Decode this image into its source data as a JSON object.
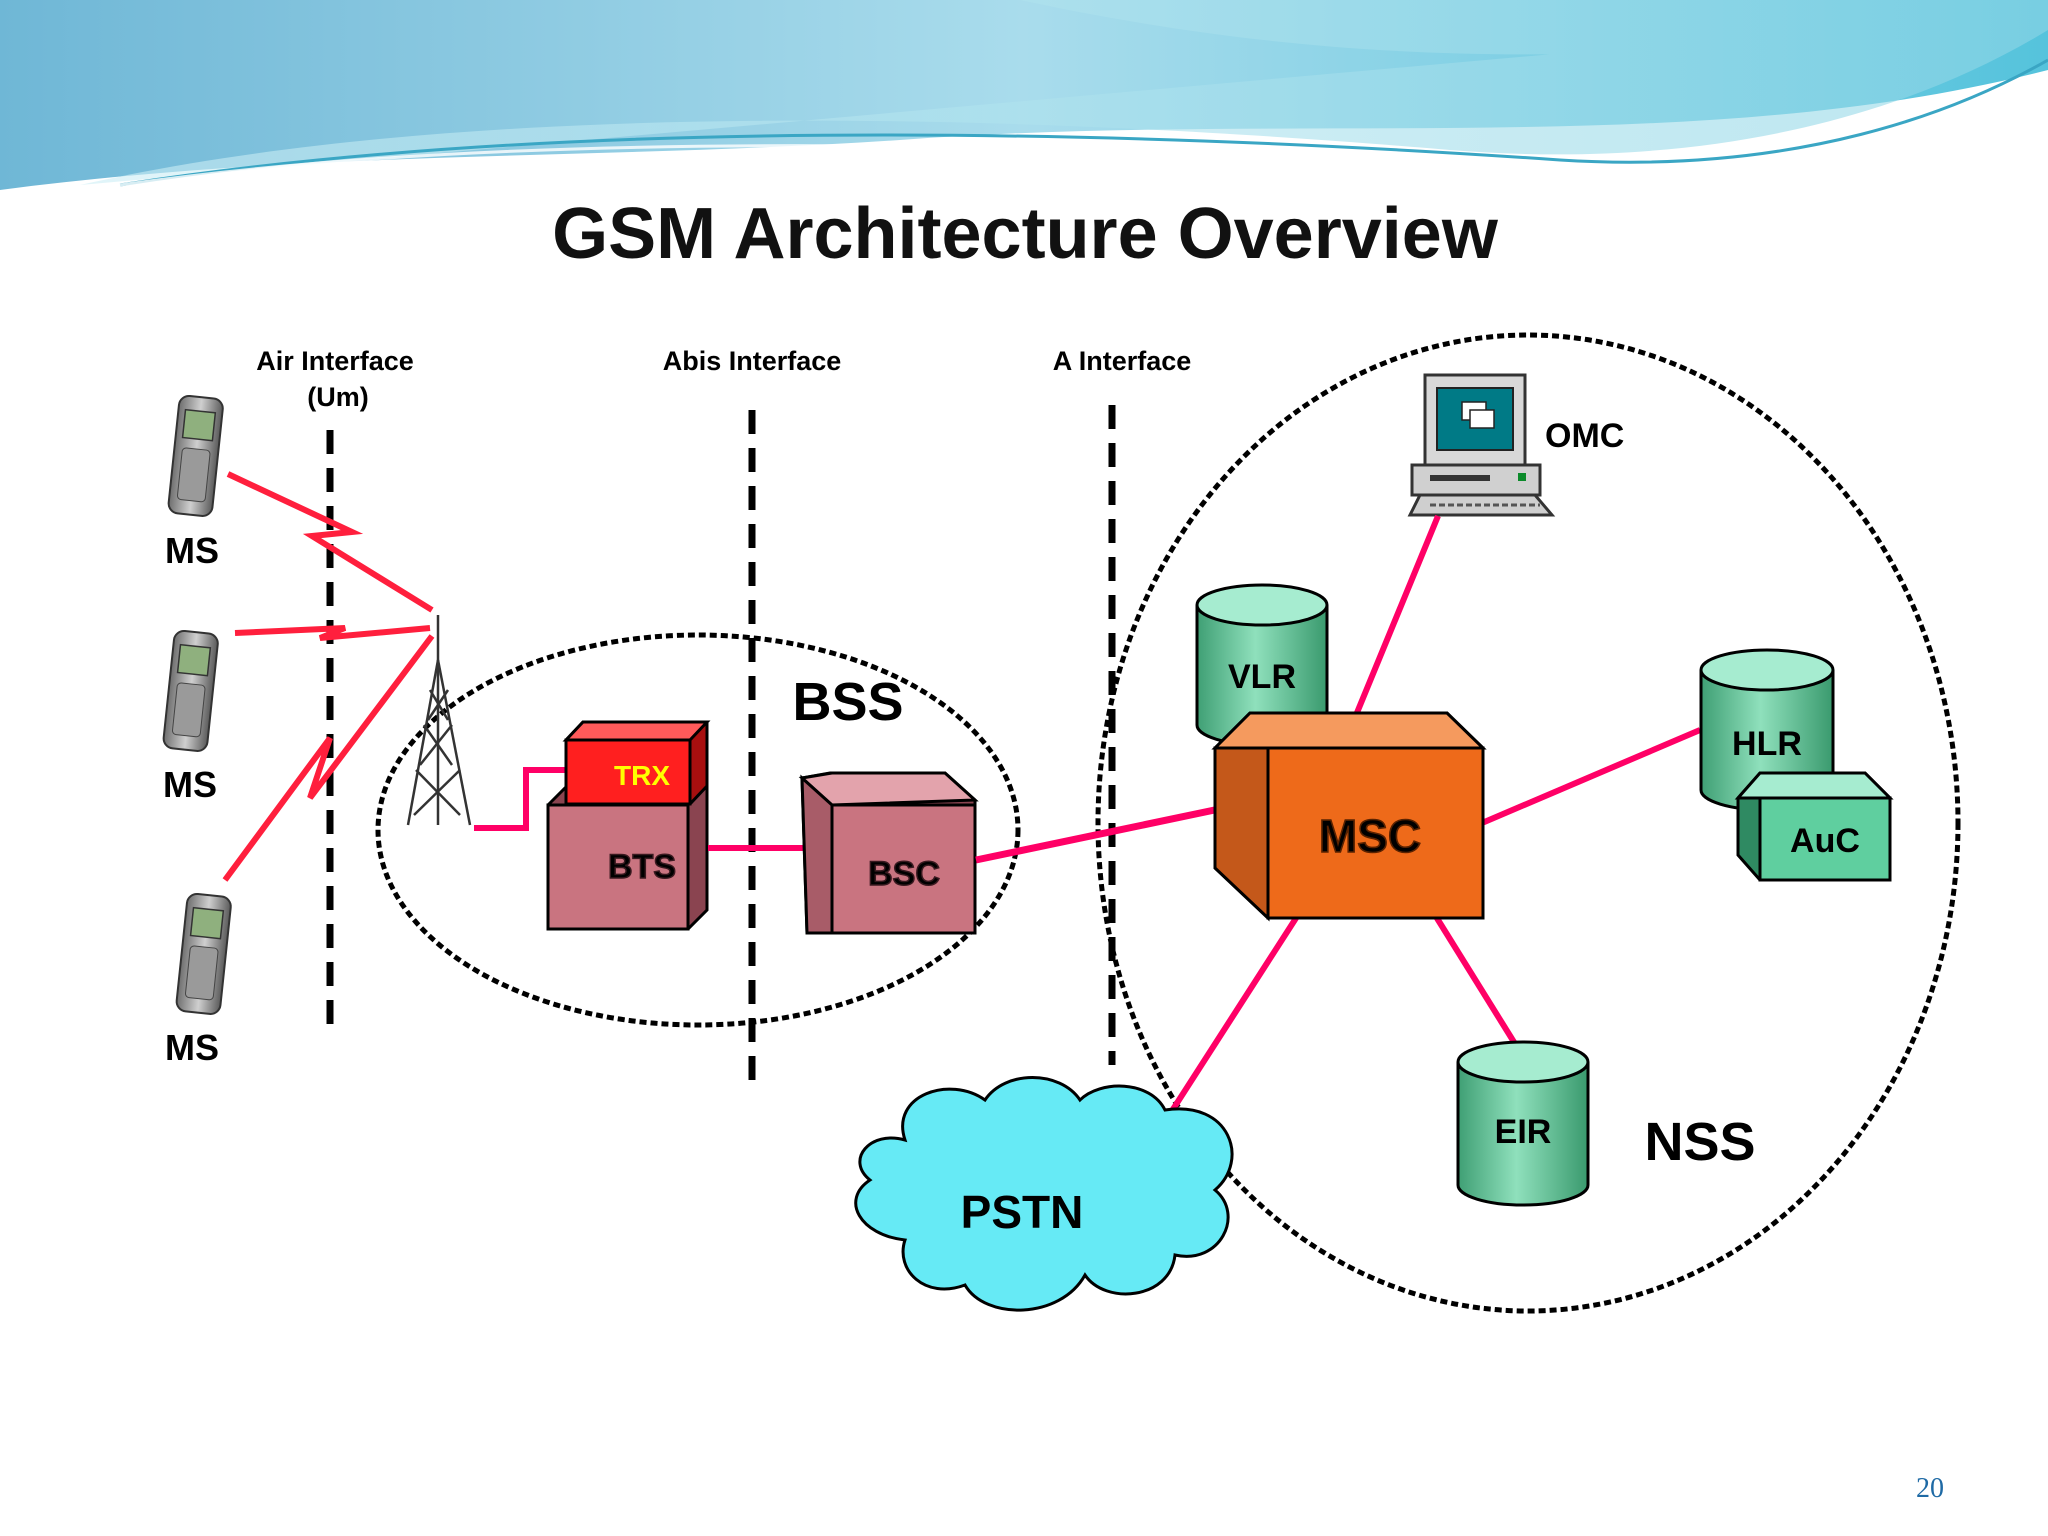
{
  "title": "GSM Architecture Overview",
  "interfaces": {
    "air": [
      "Air Interface",
      "(Um)"
    ],
    "abis": "Abis Interface",
    "a": "A Interface"
  },
  "mobile_stations": [
    "MS",
    "MS",
    "MS"
  ],
  "groups": {
    "bss": "BSS",
    "nss": "NSS"
  },
  "nodes": {
    "trx": "TRX",
    "bts": "BTS",
    "bsc": "BSC",
    "msc": "MSC",
    "vlr": "VLR",
    "hlr": "HLR",
    "auc": "AuC",
    "eir": "EIR",
    "omc": "OMC",
    "pstn": "PSTN"
  },
  "page_number": "20",
  "colors": {
    "link": "#ff0066",
    "radio": "#ff1f3d",
    "database": "#5fcf9f",
    "msc": "#ee6a1a",
    "bts_bsc": "#c97480",
    "trx": "#ff1f1f",
    "pstn": "#66eaf5",
    "header_wave": "#7cc6e0"
  }
}
